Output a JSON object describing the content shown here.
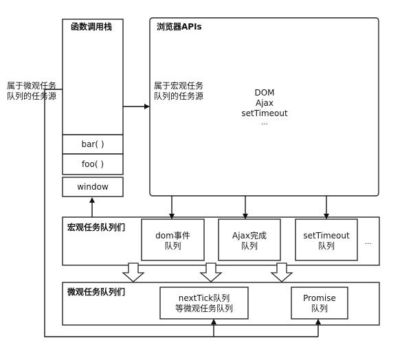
{
  "call_stack": {
    "title": "函数调用栈",
    "frames": [
      "bar( )",
      "foo( )",
      "window"
    ]
  },
  "browser_apis": {
    "title": "浏览器APIs",
    "source_note_line1": "属于宏观任务",
    "source_note_line2": "队列的任务源",
    "apis": [
      "DOM",
      "Ajax",
      "setTimeout",
      "..."
    ]
  },
  "micro_source_note": {
    "line1": "属于微观任务",
    "line2": "队列的任务源"
  },
  "macro_queues": {
    "title": "宏观任务队列们",
    "queues": [
      {
        "line1": "dom事件",
        "line2": "队列"
      },
      {
        "line1": "Ajax完成",
        "line2": "队列"
      },
      {
        "line1": "setTimeout",
        "line2": "队列"
      }
    ],
    "more": "..."
  },
  "micro_queues": {
    "title": "微观任务队列们",
    "queues": [
      {
        "line1": "nextTick队列",
        "line2": "等微观任务队列"
      },
      {
        "line1": "Promise",
        "line2": "队列"
      }
    ]
  }
}
